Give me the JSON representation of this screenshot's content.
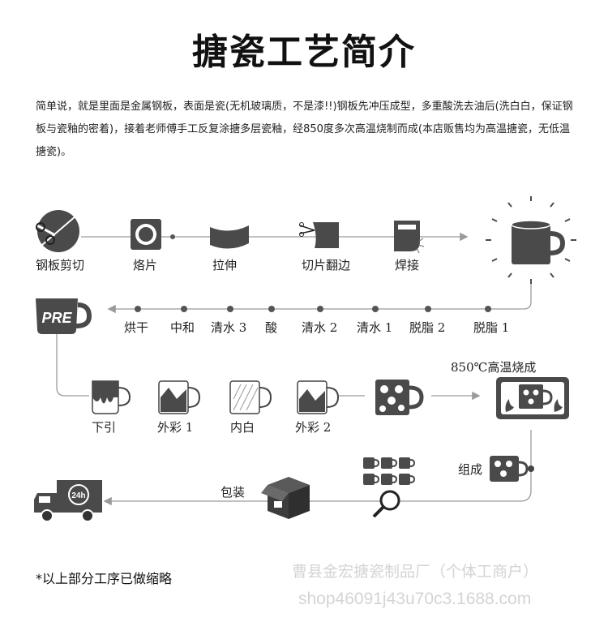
{
  "title": "搪瓷工艺简介",
  "intro": "简单说，就是里面是金属钢板，表面是瓷(无机玻璃质，不是漆!!)钢板先冲压成型，多重酸洗去油后(洗白白，保证钢板与瓷釉的密着)，接着老师傅手工反复涂搪多层瓷釉，经850度多次高温烧制而成(本店贩售均为高温搪瓷，无低温搪瓷)。",
  "row1": [
    "钢板剪切",
    "烙片",
    "拉伸",
    "切片翻边",
    "焊接"
  ],
  "row2": [
    "烘干",
    "中和",
    "清水 3",
    "酸",
    "清水 2",
    "清水 1",
    "脱脂 2",
    "脱脂 1"
  ],
  "row3": [
    "下引",
    "外彩 1",
    "内白",
    "外彩 2"
  ],
  "pre_label": "PRE",
  "firing_label": "850℃高温烧成",
  "assemble_label": "组成",
  "pack_label": "包装",
  "truck_badge": "24h",
  "footnote": "*以上部分工序已做缩略",
  "watermark": {
    "line1": "曹县金宏搪瓷制品厂（个体工商户）",
    "line2": "shop46091j43u70c3.1688.com"
  },
  "colors": {
    "icon": "#4a4a4a",
    "line": "#9a9a9a",
    "ink": "#222222"
  }
}
